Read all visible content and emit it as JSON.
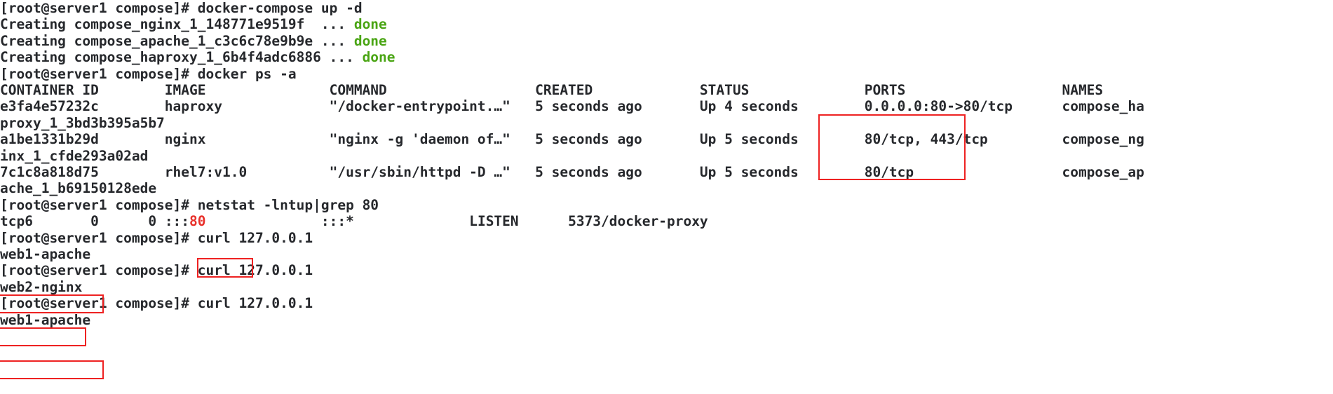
{
  "terminal": {
    "prompt": "[root@server1 compose]#",
    "colors": {
      "background": "#ffffff",
      "foreground": "#26282c",
      "success_green": "#4aa514",
      "highlight_red": "#e8312b",
      "annotation_box": "#ee2222"
    },
    "lines": [
      {
        "id": "l0",
        "type": "command",
        "prompt": "[root@server1 compose]# ",
        "text": "docker-compose up -d"
      },
      {
        "id": "l1",
        "type": "output",
        "text": "Creating compose_nginx_1_148771e9519f  ... ",
        "accent": "done"
      },
      {
        "id": "l2",
        "type": "output",
        "text": "Creating compose_apache_1_c3c6c78e9b9e ... ",
        "accent": "done"
      },
      {
        "id": "l3",
        "type": "output",
        "text": "Creating compose_haproxy_1_6b4f4adc6886 ... ",
        "accent": "done"
      },
      {
        "id": "l4",
        "type": "command",
        "prompt": "[root@server1 compose]# ",
        "text": "docker ps -a"
      },
      {
        "id": "l5",
        "type": "table-header",
        "text": "CONTAINER ID        IMAGE               COMMAND                  CREATED             STATUS              PORTS                   NAMES"
      },
      {
        "id": "l6",
        "type": "table-row",
        "text": "e3fa4e57232c        haproxy             \"/docker-entrypoint.…\"   5 seconds ago       Up 4 seconds        0.0.0.0:80->80/tcp      compose_ha"
      },
      {
        "id": "l7",
        "type": "table-row-wrap",
        "text": "proxy_1_3bd3b395a5b7"
      },
      {
        "id": "l8",
        "type": "table-row",
        "text": "a1be1331b29d        nginx               \"nginx -g 'daemon of…\"   5 seconds ago       Up 5 seconds        80/tcp, 443/tcp         compose_ng"
      },
      {
        "id": "l9",
        "type": "table-row-wrap",
        "text": "inx_1_cfde293a02ad"
      },
      {
        "id": "l10",
        "type": "table-row",
        "text": "7c1c8a818d75        rhel7:v1.0          \"/usr/sbin/httpd -D …\"   5 seconds ago       Up 5 seconds        80/tcp                  compose_ap"
      },
      {
        "id": "l11",
        "type": "table-row-wrap",
        "text": "ache_1_b69150128ede"
      },
      {
        "id": "l12",
        "type": "command",
        "prompt": "[root@server1 compose]# ",
        "text": "netstat -lntup|grep 80"
      },
      {
        "id": "l13",
        "type": "netstat",
        "pre": "tcp6       0      0 ",
        "highlight": ":::",
        "highlight_num": "80",
        "post": "              :::*              LISTEN      5373/docker-proxy"
      },
      {
        "id": "l14",
        "type": "command",
        "prompt": "[root@server1 compose]# ",
        "text": "curl 127.0.0.1"
      },
      {
        "id": "l15",
        "type": "output",
        "text": "web1-apache"
      },
      {
        "id": "l16",
        "type": "command",
        "prompt": "[root@server1 compose]# ",
        "text": "curl 127.0.0.1"
      },
      {
        "id": "l17",
        "type": "output",
        "text": "web2-nginx"
      },
      {
        "id": "l18",
        "type": "command",
        "prompt": "[root@server1 compose]# ",
        "text": "curl 127.0.0.1"
      },
      {
        "id": "l19",
        "type": "output",
        "text": "web1-apache"
      }
    ],
    "docker_ps": {
      "headers": [
        "CONTAINER ID",
        "IMAGE",
        "COMMAND",
        "CREATED",
        "STATUS",
        "PORTS",
        "NAMES"
      ],
      "rows": [
        {
          "container_id": "e3fa4e57232c",
          "image": "haproxy",
          "command": "\"/docker-entrypoint.…\"",
          "created": "5 seconds ago",
          "status": "Up 4 seconds",
          "ports": "0.0.0.0:80->80/tcp",
          "names": "compose_haproxy_1_3bd3b395a5b7"
        },
        {
          "container_id": "a1be1331b29d",
          "image": "nginx",
          "command": "\"nginx -g 'daemon of…\"",
          "created": "5 seconds ago",
          "status": "Up 5 seconds",
          "ports": "80/tcp, 443/tcp",
          "names": "compose_nginx_1_cfde293a02ad"
        },
        {
          "container_id": "7c1c8a818d75",
          "image": "rhel7:v1.0",
          "command": "\"/usr/sbin/httpd -D …\"",
          "created": "5 seconds ago",
          "status": "Up 5 seconds",
          "ports": "80/tcp",
          "names": "compose_apache_1_b69150128ede"
        }
      ]
    },
    "netstat": {
      "proto": "tcp6",
      "recv_q": "0",
      "send_q": "0",
      "local_address": ":::80",
      "foreign_address": ":::*",
      "state": "LISTEN",
      "pid_program": "5373/docker-proxy"
    },
    "compose_up": {
      "services": [
        {
          "name": "compose_nginx_1_148771e9519f",
          "status": "done"
        },
        {
          "name": "compose_apache_1_c3c6c78e9b9e",
          "status": "done"
        },
        {
          "name": "compose_haproxy_1_6b4f4adc6886",
          "status": "done"
        }
      ]
    },
    "curl_results": [
      "web1-apache",
      "web2-nginx",
      "web1-apache"
    ]
  }
}
